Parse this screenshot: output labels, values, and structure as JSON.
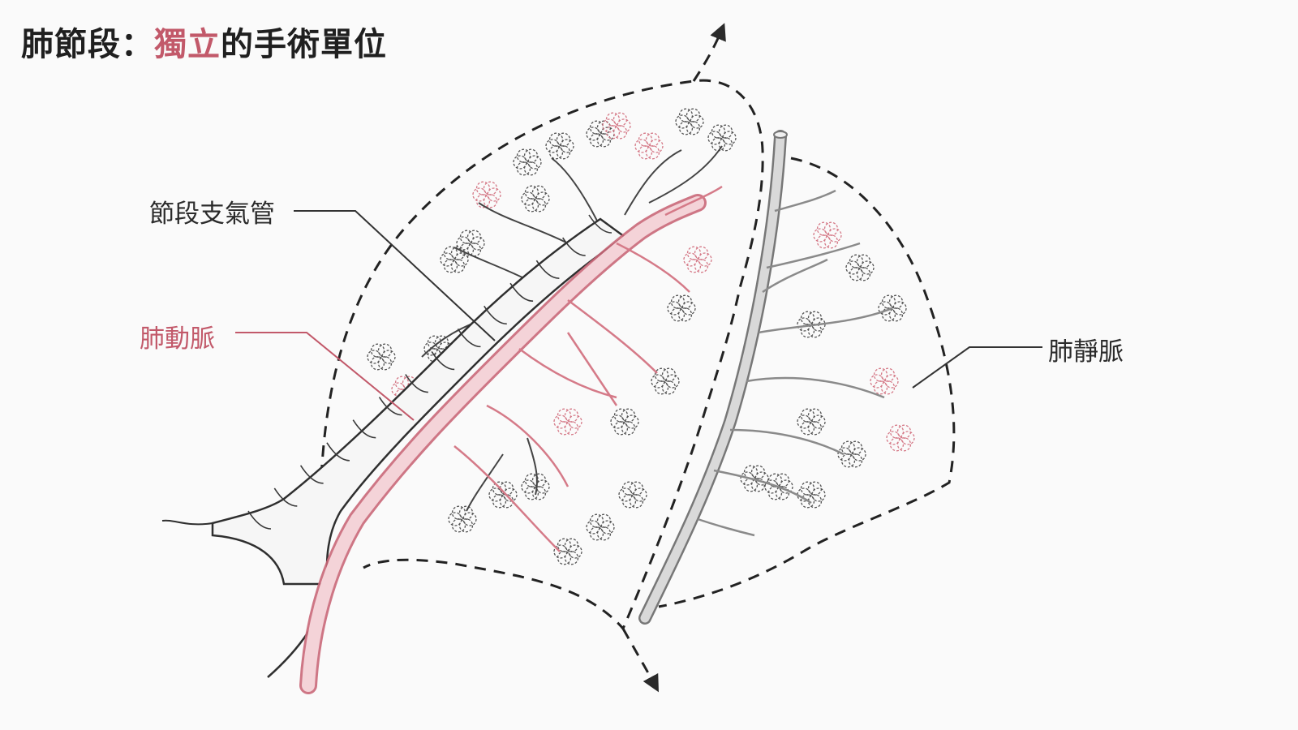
{
  "title": {
    "prefix": "肺節段：",
    "accent": "獨立",
    "suffix": "的手術單位"
  },
  "labels": {
    "bronchus": "節段支氣管",
    "artery": "肺動脈",
    "vein": "肺靜脈"
  },
  "colors": {
    "ink": "#333333",
    "artery": "#d57a88",
    "artery_fill": "#f4d3d8",
    "vein": "#8a8a8a",
    "vein_fill": "#d9d9d9",
    "boundary": "#222222"
  }
}
